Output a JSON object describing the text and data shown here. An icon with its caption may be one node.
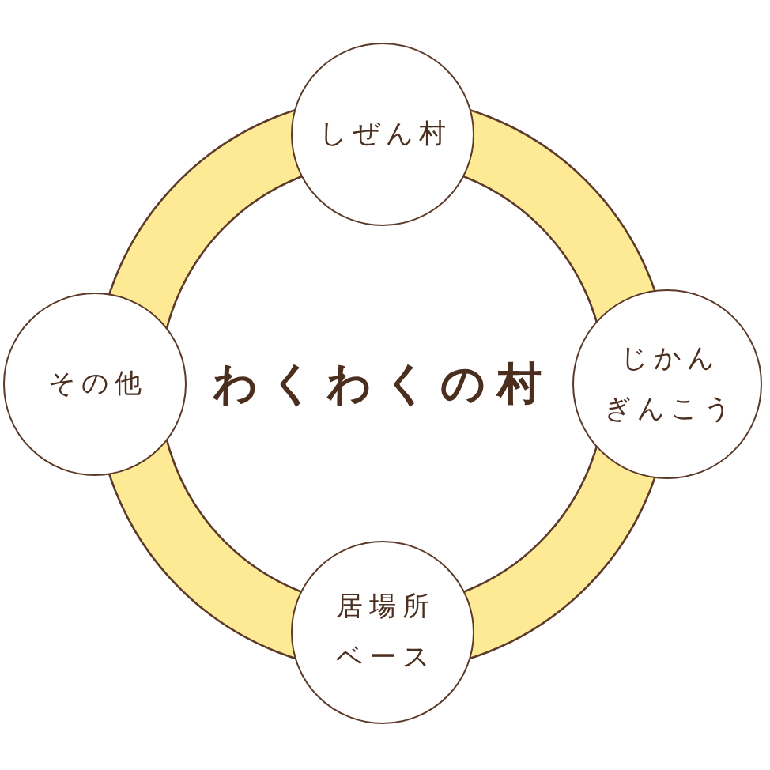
{
  "diagram": {
    "nodes": [
      {
        "text": [
          "わくわくの村"
        ]
      },
      {
        "text": [
          "しぜん村"
        ]
      },
      {
        "text": [
          "その他"
        ]
      },
      {
        "text": [
          "じかんぎんこう"
        ]
      },
      {
        "text": [
          "居場所ベース"
        ]
      }
    ]
  }
}
